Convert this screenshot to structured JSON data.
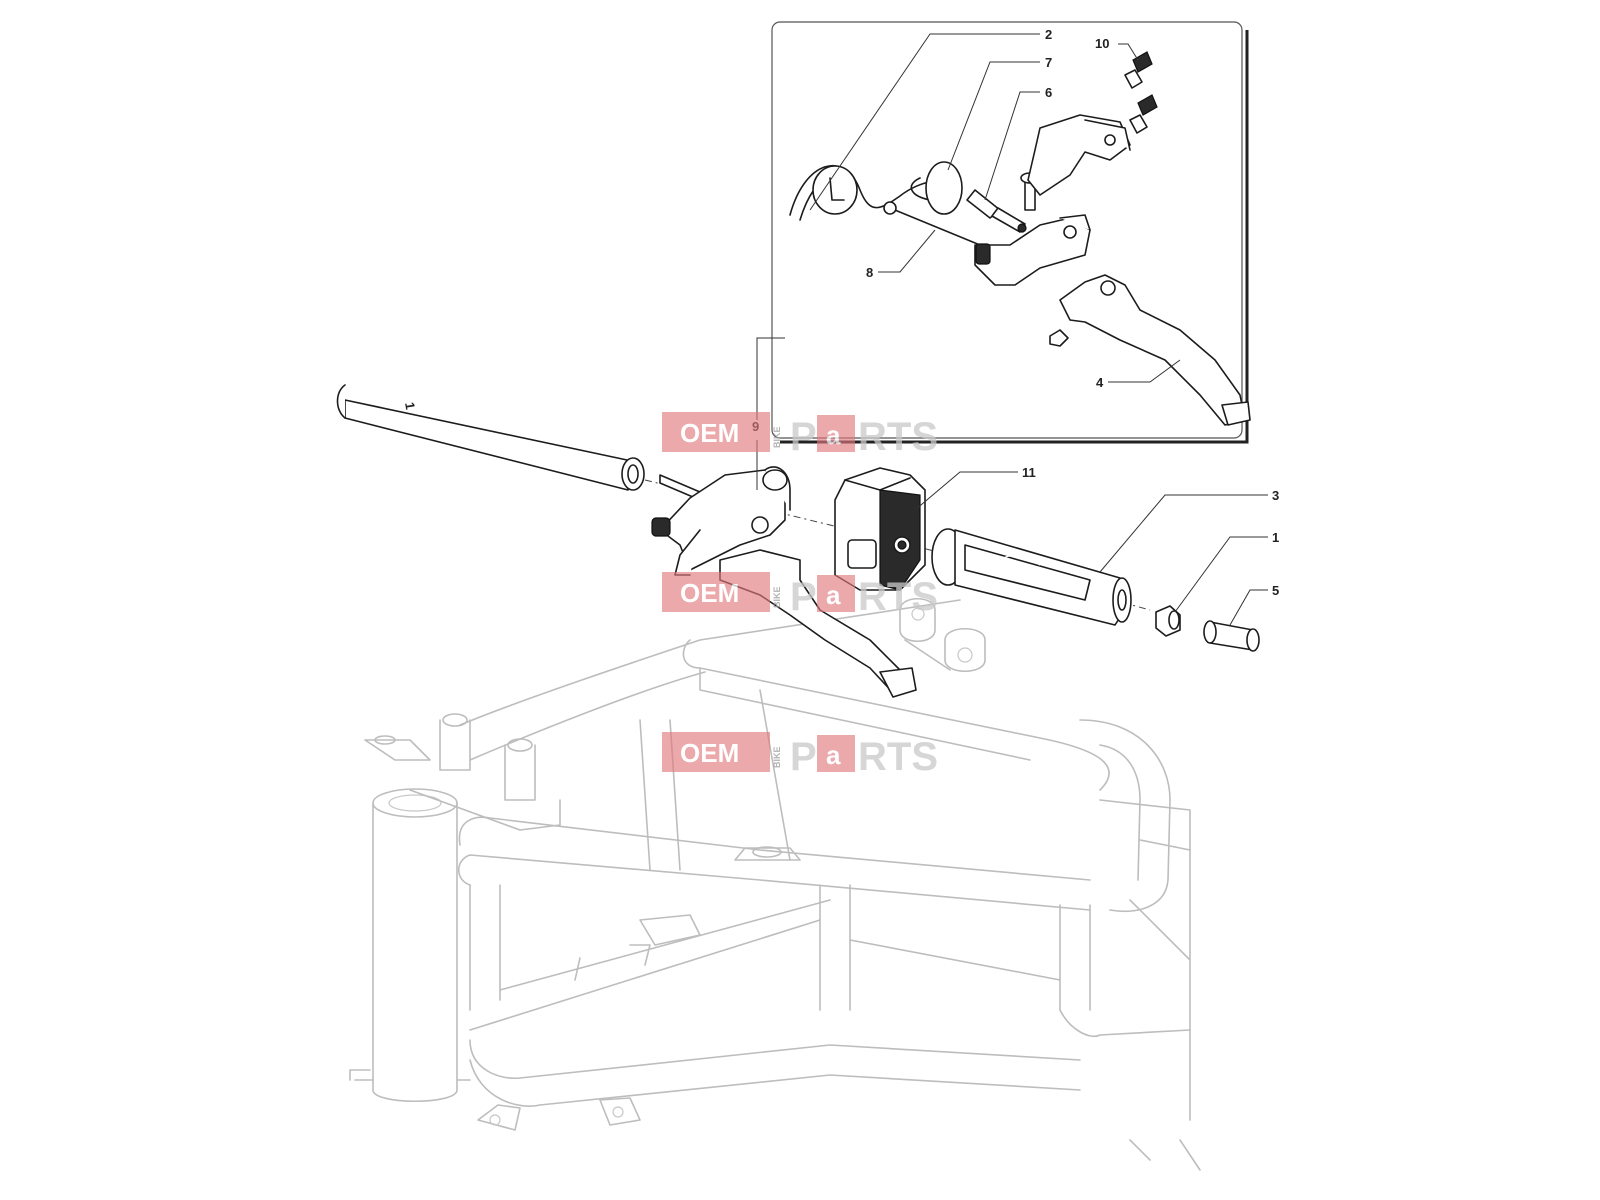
{
  "diagram": {
    "callouts": {
      "c1": "1",
      "c2": "2",
      "c3": "3",
      "c4": "4",
      "c5": "5",
      "c6": "6",
      "c7": "7",
      "c8": "8",
      "c9": "9",
      "c10": "10",
      "c11": "11",
      "c_bar": "1"
    },
    "watermark": {
      "oem": "OEM",
      "bike": "BIKE",
      "p": "P",
      "a": "a",
      "rts": "RTS"
    },
    "colors": {
      "frame_outline": "#bdbdbd",
      "part_outline": "#1c1c1c",
      "watermark_red": "#e2787e",
      "watermark_gray": "#c9c9c9"
    }
  }
}
